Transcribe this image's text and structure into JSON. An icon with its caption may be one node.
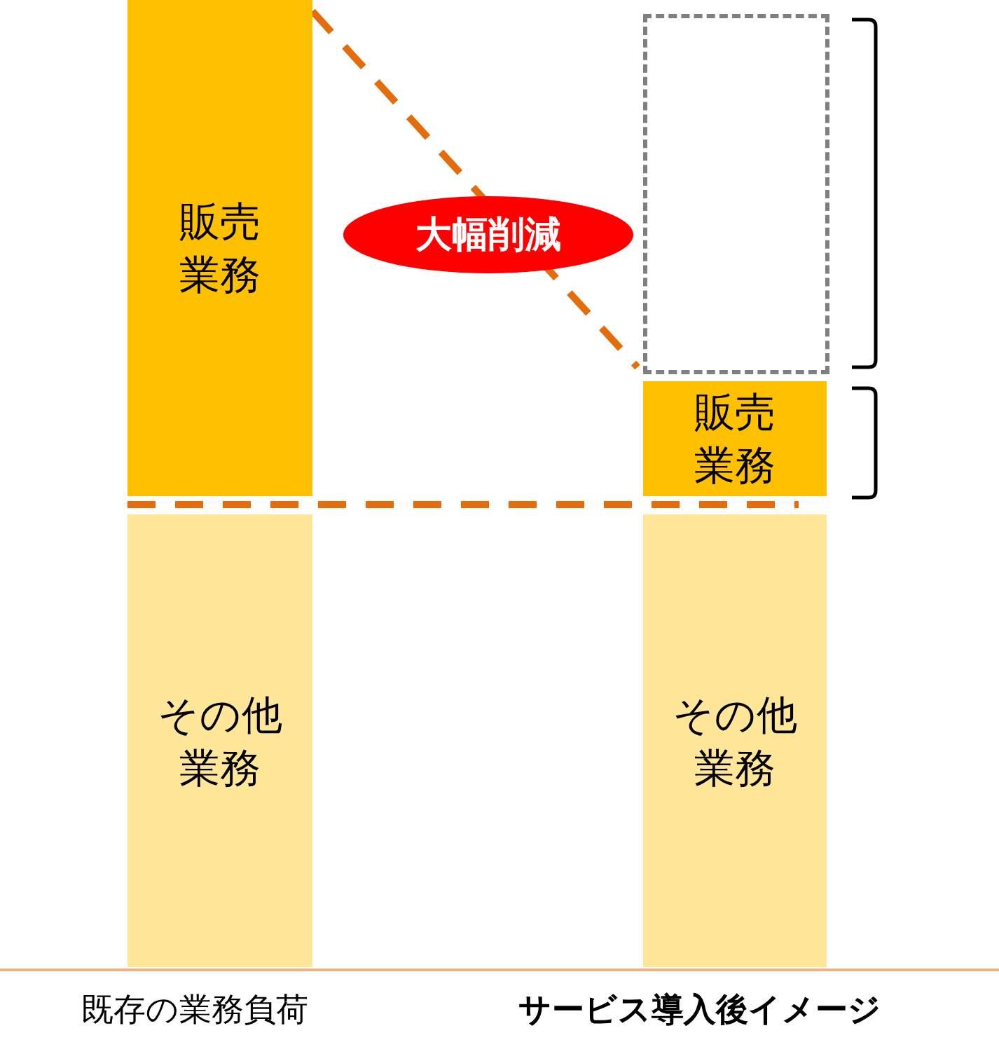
{
  "diagram": {
    "nodes": [
      {
        "text": [
          "販売業務"
        ]
      },
      {
        "text": [
          "その他業務"
        ]
      },
      {
        "text": [],
        "shape": "box"
      },
      {
        "text": [
          "販売業務"
        ]
      },
      {
        "text": [
          "その他業務"
        ]
      }
    ],
    "edges": [
      {
        "from": 0,
        "to": 2,
        "arrow": "none",
        "style": "dashed",
        "label": "大幅削減"
      },
      {
        "from": 0,
        "to": 3,
        "arrow": "none",
        "style": "dashed"
      }
    ],
    "labels": [
      "既存の業務負荷",
      "サービス導入後イメージ"
    ]
  }
}
